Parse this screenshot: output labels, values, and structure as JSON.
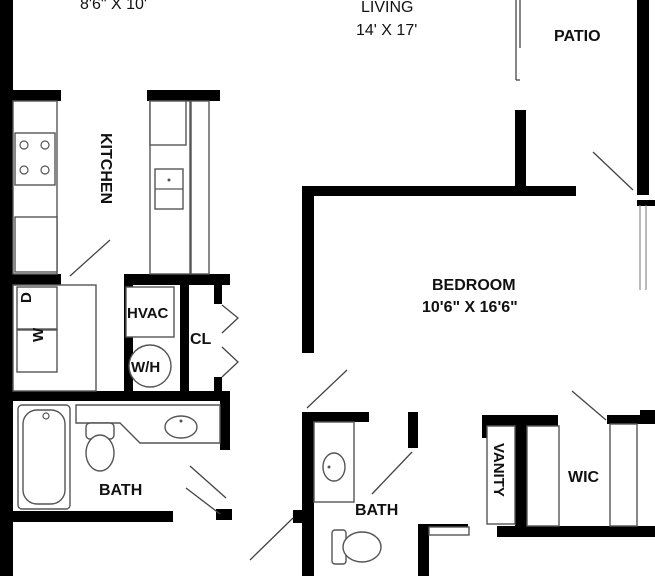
{
  "rooms": {
    "dining": {
      "dims": "8'6\" X 10'"
    },
    "living": {
      "name": "LIVING",
      "dims": "14' X 17'"
    },
    "patio": {
      "name": "PATIO"
    },
    "kitchen": {
      "name": "KITCHEN"
    },
    "bedroom": {
      "name": "BEDROOM",
      "dims": "10'6\" X 16'6\""
    },
    "bath1": {
      "name": "BATH"
    },
    "bath2": {
      "name": "BATH"
    },
    "vanity": {
      "name": "VANITY"
    },
    "wic": {
      "name": "WIC"
    },
    "hvac": {
      "name": "HVAC"
    },
    "closet": {
      "name": "CL"
    },
    "water_heater": {
      "name": "W/H"
    },
    "dryer": {
      "name": "D"
    },
    "washer": {
      "name": "W"
    }
  }
}
